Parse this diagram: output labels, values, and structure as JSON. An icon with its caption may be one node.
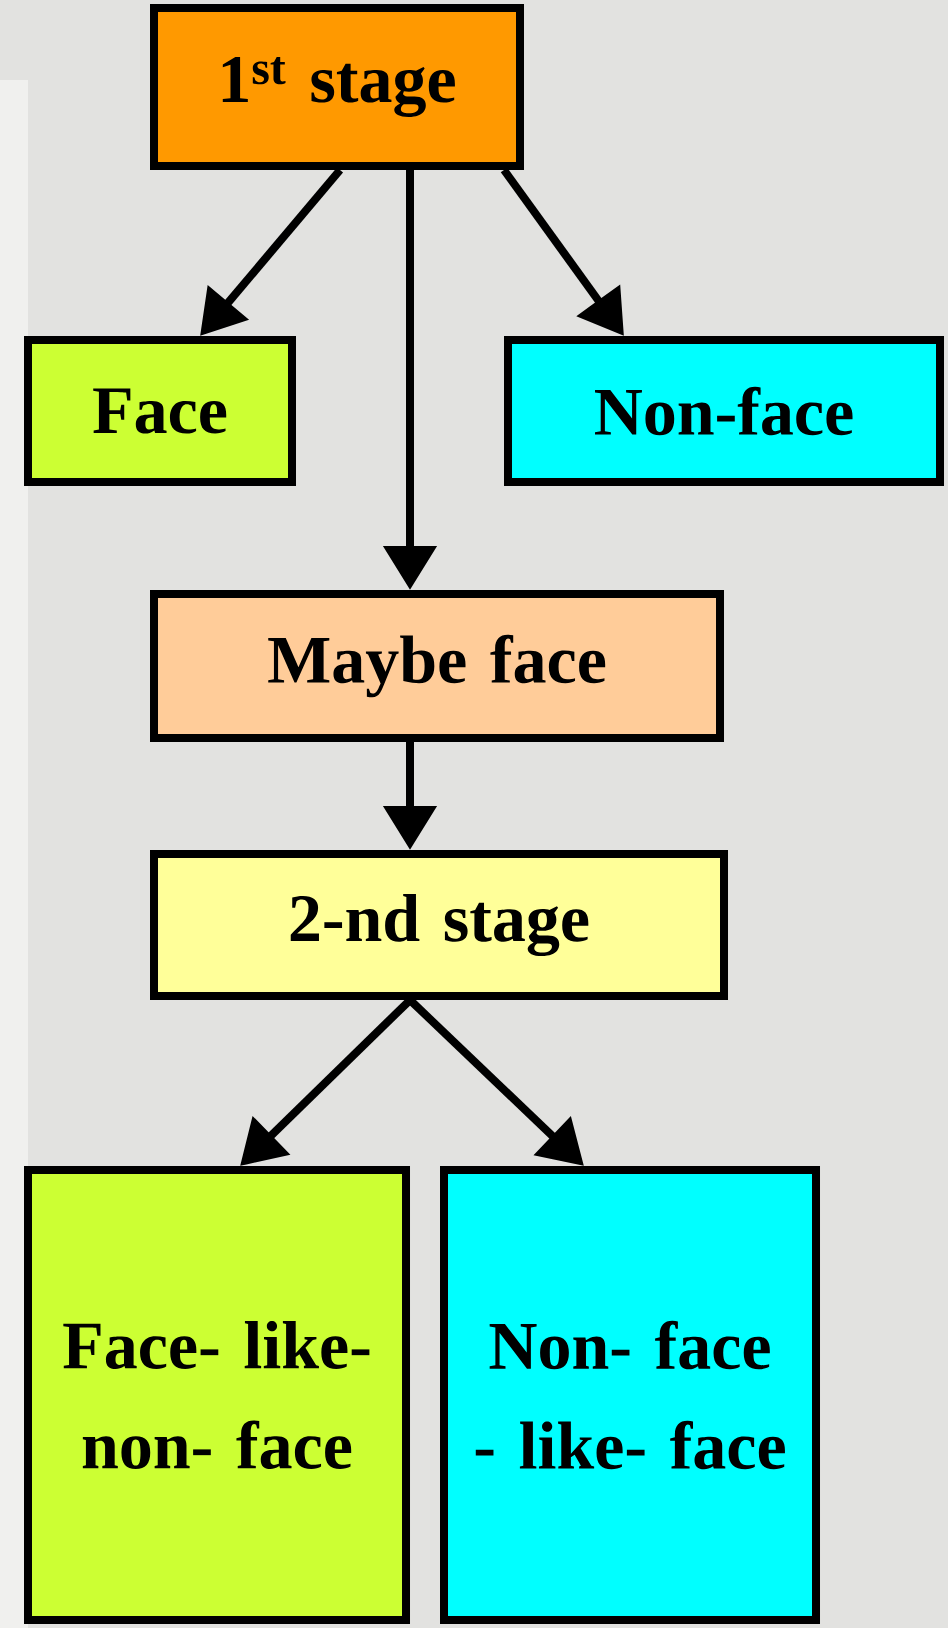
{
  "diagram": {
    "nodes": [
      {
        "text": [
          "1$^{st}$ stage"
        ]
      },
      {
        "text": [
          "Face"
        ]
      },
      {
        "text": [
          "Non-face"
        ]
      },
      {
        "text": [
          "Maybe face"
        ]
      },
      {
        "text": [
          "2-nd stage"
        ]
      },
      {
        "text": [
          "Face- like- non- face"
        ]
      },
      {
        "text": [
          "Non- face - like- face"
        ]
      }
    ],
    "edges": [
      {
        "from": 0,
        "to": 1,
        "arrow": "to"
      },
      {
        "from": 0,
        "to": 2,
        "arrow": "to"
      },
      {
        "from": 0,
        "to": 3,
        "arrow": "to"
      },
      {
        "from": 3,
        "to": 4,
        "arrow": "to"
      },
      {
        "from": 4,
        "to": 5,
        "arrow": "to"
      },
      {
        "from": 4,
        "to": 6,
        "arrow": "to"
      }
    ]
  }
}
